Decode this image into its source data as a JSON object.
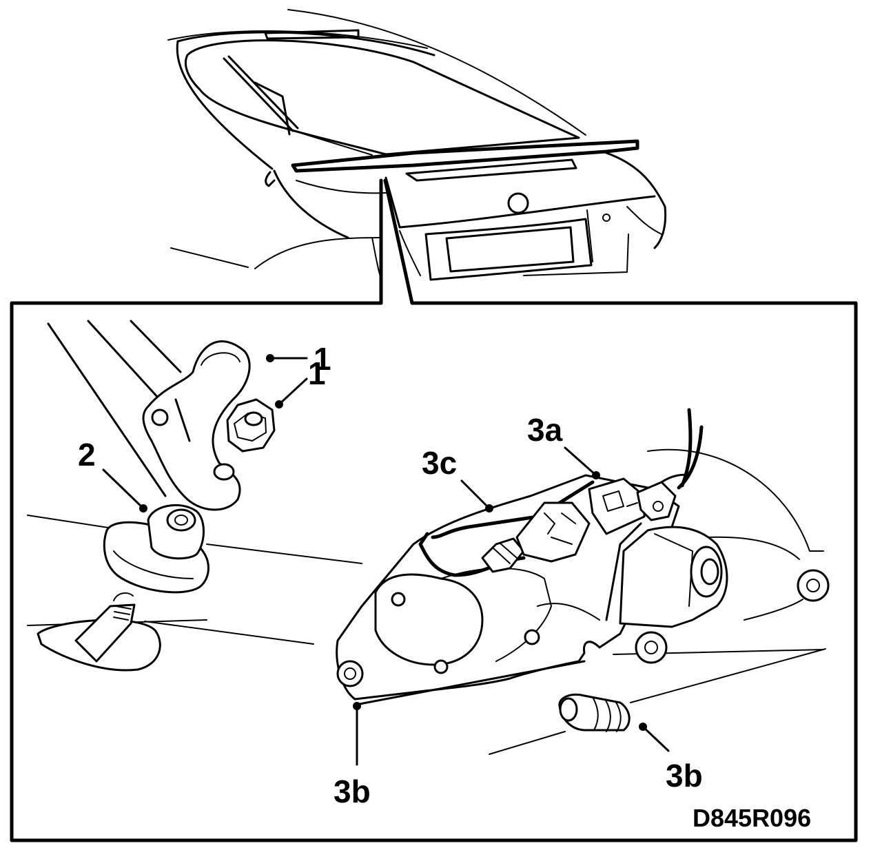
{
  "figure": {
    "reference_code": "D845R096",
    "callouts": {
      "c1_arm": "1",
      "c1_nut": "1",
      "c2": "2",
      "c3a": "3a",
      "c3c": "3c",
      "c3b_left": "3b",
      "c3b_right": "3b"
    }
  }
}
